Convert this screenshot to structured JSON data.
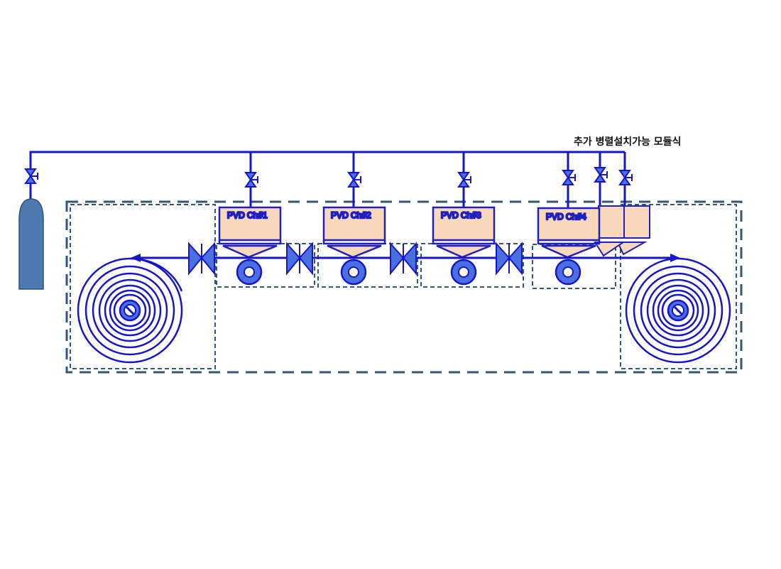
{
  "note": "추가 병렬설치가능 모듈식",
  "chambers": [
    {
      "label": "PVD Ch#1"
    },
    {
      "label": "PVD Ch#2"
    },
    {
      "label": "PVD Ch#3"
    },
    {
      "label": "PVD Ch#4"
    }
  ],
  "colors": {
    "line": "#1616c8",
    "valve": "#4a6fe0",
    "roller": "#4a6fe0",
    "chamber_fill": "#fad8bc",
    "chamber_stroke": "#2020c0",
    "dashed": "#35557a",
    "gas_cylinder": "#4d7ab0",
    "reel_hub": "#4a6fe0"
  },
  "icons": [
    "gas-cylinder-icon",
    "valve-icon",
    "gate-valve-icon",
    "roller-icon",
    "reel-icon"
  ]
}
